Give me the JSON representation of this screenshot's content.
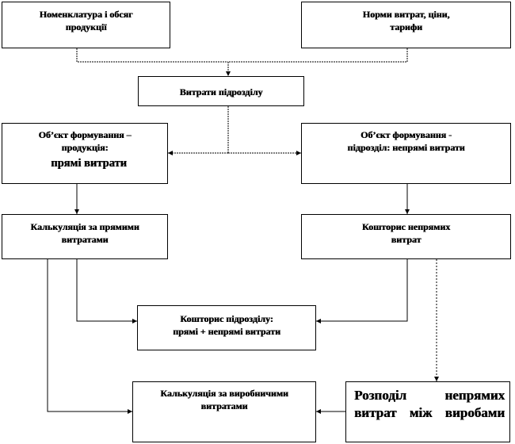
{
  "diagram": {
    "boxes": {
      "nomenclature": {
        "lines": [
          "Номенклатура і обсяг",
          "продукції"
        ]
      },
      "norms": {
        "lines": [
          "Норми витрат, ціни,",
          "тарифи"
        ]
      },
      "unit_costs": {
        "lines": [
          "Витрати підрозділу"
        ]
      },
      "object_product": {
        "lines": [
          "Об’єкт формування –",
          "продукція:",
          "прямі витрати"
        ]
      },
      "object_unit": {
        "lines": [
          "Об’єкт формування -",
          "підрозділ: непрямі витрати"
        ]
      },
      "calc_direct": {
        "lines": [
          "Калькуляція за прямими",
          "витратами"
        ]
      },
      "estimate_indirect": {
        "lines": [
          "Кошторис непрямих",
          "витрат"
        ]
      },
      "estimate_unit": {
        "lines": [
          "Кошторис підрозділу:",
          "прямі + непрямі витрати"
        ]
      },
      "calc_production": {
        "lines": [
          "Калькуляція за виробничими",
          "витратами"
        ]
      },
      "distribution": {
        "lines": [
          "Розподіл непрямих",
          "витрат між виробами"
        ]
      }
    },
    "colors": {
      "line": "#000000",
      "background": "#ffffff"
    }
  }
}
